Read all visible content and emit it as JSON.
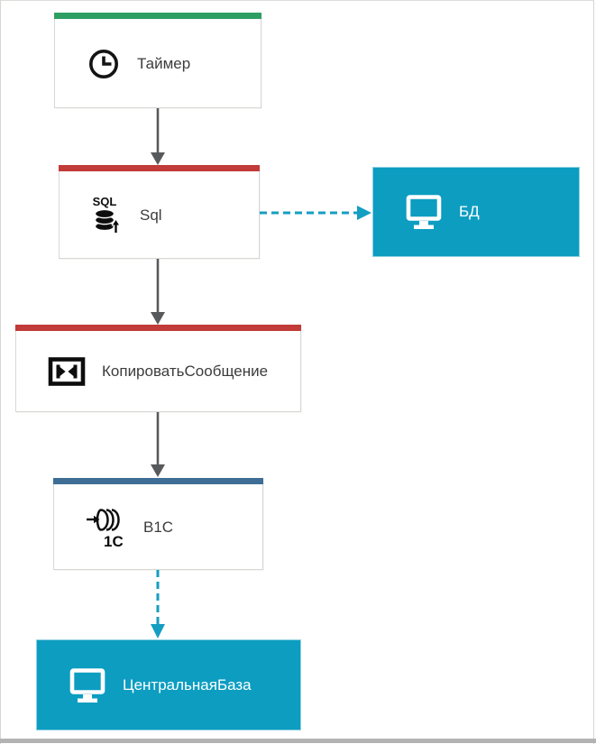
{
  "canvas": {
    "background": "#ffffff",
    "frame_border_color": "#d6d6d2",
    "scrollbar_color": "#b3b3b3"
  },
  "colors": {
    "accent_green": "#2F9E63",
    "accent_red": "#C13B38",
    "accent_steel_blue": "#3E6E96",
    "port_cyan": "#0C9DC1",
    "arrow_gray": "#58595B",
    "arrow_dashed_cyan": "#149EC2",
    "shape_border": "#d8d8d3",
    "label_dark": "#3c3c3c",
    "label_light": "#ffffff"
  },
  "nodes": {
    "timer": {
      "label": "Таймер",
      "icon": "clock-icon",
      "accent_color": "#2F9E63",
      "kind": "activity"
    },
    "sql": {
      "label": "Sql",
      "icon": "sql-database-icon",
      "accent_color": "#C13B38",
      "kind": "activity"
    },
    "bd": {
      "label": "БД",
      "icon": "monitor-icon",
      "fill_color": "#0C9DC1",
      "kind": "endpoint"
    },
    "copy_message": {
      "label": "КопироватьСообщение",
      "icon": "map-transform-icon",
      "accent_color": "#C13B38",
      "kind": "activity"
    },
    "b1c": {
      "label": "В1С",
      "icon": "pipeline-1c-icon",
      "accent_color": "#3E6E96",
      "kind": "activity"
    },
    "central_base": {
      "label": "ЦентральнаяБаза",
      "icon": "monitor-icon",
      "fill_color": "#0C9DC1",
      "kind": "endpoint"
    }
  },
  "icon_glyphs": {
    "sql_text": "SQL",
    "onec_text": "1С"
  },
  "connections": [
    {
      "from": "timer",
      "to": "sql",
      "style": "solid",
      "color": "#58595B"
    },
    {
      "from": "sql",
      "to": "bd",
      "style": "dashed",
      "color": "#149EC2"
    },
    {
      "from": "sql",
      "to": "copy_message",
      "style": "solid",
      "color": "#58595B"
    },
    {
      "from": "copy_message",
      "to": "b1c",
      "style": "solid",
      "color": "#58595B"
    },
    {
      "from": "b1c",
      "to": "central_base",
      "style": "dashed",
      "color": "#149EC2"
    }
  ]
}
